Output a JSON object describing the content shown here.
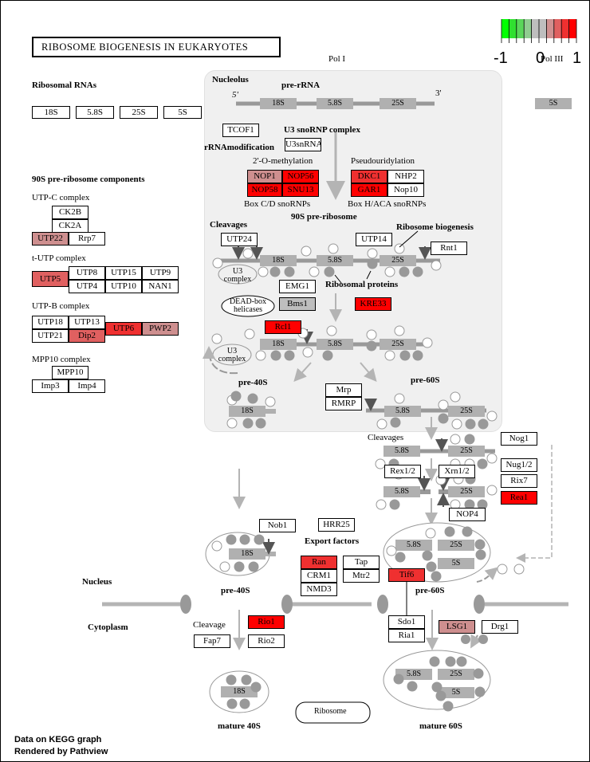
{
  "title": "RIBOSOME BIOGENESIS IN EUKARYOTES",
  "legend": {
    "min_label": "-1",
    "mid_label": "0",
    "max_label": "1",
    "colors": [
      "#00ff00",
      "#30e030",
      "#5ad65a",
      "#90cc90",
      "#bebebe",
      "#bebebe",
      "#d09090",
      "#e06060",
      "#ef3030",
      "#ff0000"
    ]
  },
  "footer": {
    "line1": "Data on KEGG graph",
    "line2": "Rendered by Pathview"
  },
  "colors": {
    "strong_red": "#ff0000",
    "red": "#ef3030",
    "mid_red": "#e06060",
    "light_red": "#ce8f8f",
    "gray": "#bebebe",
    "none": "#ffffff",
    "rna_block": "#b0b0b0",
    "protein_dot": "#999999"
  },
  "labels": {
    "pol1": "Pol I",
    "pol3": "Pol III",
    "ribosomal_rnas": "Ribosomal RNAs",
    "nucleolus": "Nucleolus",
    "pre_rrna": "pre-rRNA",
    "five_prime": "5'",
    "three_prime": "3'",
    "u3_snornp": "U3 snoRNP complex",
    "rrna_modification": "rRNAmodification",
    "methylation": "2'-O-methylation",
    "pseudouridylation": "Pseudouridylation",
    "box_cd": "Box C/D snoRNPs",
    "box_haca": "Box H/ACA snoRNPs",
    "pre90s": "90S pre-ribosome",
    "components_90s": "90S pre-ribosome components",
    "utpc": "UTP-C complex",
    "tutp": "t-UTP complex",
    "utpb": "UTP-B complex",
    "mpp10c": "MPP10 complex",
    "cleavages": "Cleavages",
    "cleavages2": "Cleavages",
    "ribosome_biogenesis": "Ribosome biogenesis",
    "ribosomal_proteins": "Ribosomal proteins",
    "u3_complex": "U3 complex",
    "u3_complex2": "U3 complex",
    "dead_box": "DEAD-box helicases",
    "pre40s_a": "pre-40S",
    "pre60s_a": "pre-60S",
    "pre40s_b": "pre-40S",
    "pre60s_b": "pre-60S",
    "export_factors": "Export factors",
    "nucleus": "Nucleus",
    "cytoplasm": "Cytoplasm",
    "cleavage": "Cleavage",
    "mature40s": "mature 40S",
    "mature60s": "mature 60S",
    "ribosome": "Ribosome"
  },
  "rna_boxes": [
    {
      "id": "rna-18s",
      "label": "18S"
    },
    {
      "id": "rna-58s",
      "label": "5.8S"
    },
    {
      "id": "rna-25s",
      "label": "25S"
    },
    {
      "id": "rna-5s",
      "label": "5S"
    }
  ],
  "rna_blocks": {
    "s18": "18S",
    "s58": "5.8S",
    "s25": "25S",
    "s5": "5S"
  },
  "genes": [
    {
      "id": "tcof1",
      "label": "TCOF1",
      "fill": "#ffffff"
    },
    {
      "id": "u3snrna",
      "label": "U3snRNA",
      "fill": "#ffffff"
    },
    {
      "id": "nop1",
      "label": "NOP1",
      "fill": "#ce8f8f"
    },
    {
      "id": "nop56",
      "label": "NOP56",
      "fill": "#ff0000"
    },
    {
      "id": "nop58",
      "label": "NOP58",
      "fill": "#ff0000"
    },
    {
      "id": "snu13",
      "label": "SNU13",
      "fill": "#ff0000"
    },
    {
      "id": "dkc1",
      "label": "DKC1",
      "fill": "#ef3030"
    },
    {
      "id": "nhp2",
      "label": "NHP2",
      "fill": "#ffffff"
    },
    {
      "id": "gar1",
      "label": "GAR1",
      "fill": "#ff0000"
    },
    {
      "id": "nop10",
      "label": "Nop10",
      "fill": "#ffffff"
    },
    {
      "id": "ck2b",
      "label": "CK2B",
      "fill": "#ffffff"
    },
    {
      "id": "ck2a",
      "label": "CK2A",
      "fill": "#ffffff"
    },
    {
      "id": "utp22",
      "label": "UTP22",
      "fill": "#ce8f8f"
    },
    {
      "id": "rrp7",
      "label": "Rrp7",
      "fill": "#ffffff"
    },
    {
      "id": "utp5",
      "label": "UTP5",
      "fill": "#e06060"
    },
    {
      "id": "utp8",
      "label": "UTP8",
      "fill": "#ffffff"
    },
    {
      "id": "utp15",
      "label": "UTP15",
      "fill": "#ffffff"
    },
    {
      "id": "utp9",
      "label": "UTP9",
      "fill": "#ffffff"
    },
    {
      "id": "utp4",
      "label": "UTP4",
      "fill": "#ffffff"
    },
    {
      "id": "utp10",
      "label": "UTP10",
      "fill": "#ffffff"
    },
    {
      "id": "nan1",
      "label": "NAN1",
      "fill": "#ffffff"
    },
    {
      "id": "utp18",
      "label": "UTP18",
      "fill": "#ffffff"
    },
    {
      "id": "utp13",
      "label": "UTP13",
      "fill": "#ffffff"
    },
    {
      "id": "utp21",
      "label": "UTP21",
      "fill": "#ffffff"
    },
    {
      "id": "dip2",
      "label": "Dip2",
      "fill": "#e06060"
    },
    {
      "id": "utp6",
      "label": "UTP6",
      "fill": "#ef3030"
    },
    {
      "id": "pwp2",
      "label": "PWP2",
      "fill": "#ce8f8f"
    },
    {
      "id": "mpp10",
      "label": "MPP10",
      "fill": "#ffffff"
    },
    {
      "id": "imp3",
      "label": "Imp3",
      "fill": "#ffffff"
    },
    {
      "id": "imp4",
      "label": "Imp4",
      "fill": "#ffffff"
    },
    {
      "id": "utp24",
      "label": "UTP24",
      "fill": "#ffffff"
    },
    {
      "id": "utp14",
      "label": "UTP14",
      "fill": "#ffffff"
    },
    {
      "id": "rnt1",
      "label": "Rnt1",
      "fill": "#ffffff"
    },
    {
      "id": "emg1",
      "label": "EMG1",
      "fill": "#ffffff"
    },
    {
      "id": "bms1",
      "label": "Bms1",
      "fill": "#bebebe"
    },
    {
      "id": "kre33",
      "label": "KRE33",
      "fill": "#ff0000"
    },
    {
      "id": "rcl1",
      "label": "Rcl1",
      "fill": "#ff0000"
    },
    {
      "id": "mrp",
      "label": "Mrp",
      "fill": "#ffffff"
    },
    {
      "id": "rmrp",
      "label": "RMRP",
      "fill": "#ffffff"
    },
    {
      "id": "nog1",
      "label": "Nog1",
      "fill": "#ffffff"
    },
    {
      "id": "nug12",
      "label": "Nug1/2",
      "fill": "#ffffff"
    },
    {
      "id": "rix7",
      "label": "Rix7",
      "fill": "#ffffff"
    },
    {
      "id": "rea1",
      "label": "Rea1",
      "fill": "#ff0000"
    },
    {
      "id": "rex12",
      "label": "Rex1/2",
      "fill": "#ffffff"
    },
    {
      "id": "xrn12",
      "label": "Xrn1/2",
      "fill": "#ffffff"
    },
    {
      "id": "nop4",
      "label": "NOP4",
      "fill": "#ffffff"
    },
    {
      "id": "nob1",
      "label": "Nob1",
      "fill": "#ffffff"
    },
    {
      "id": "hrr25",
      "label": "HRR25",
      "fill": "#ffffff"
    },
    {
      "id": "ran",
      "label": "Ran",
      "fill": "#ef3030"
    },
    {
      "id": "crm1",
      "label": "CRM1",
      "fill": "#ffffff"
    },
    {
      "id": "nmd3",
      "label": "NMD3",
      "fill": "#ffffff"
    },
    {
      "id": "tap",
      "label": "Tap",
      "fill": "#ffffff"
    },
    {
      "id": "mtr2",
      "label": "Mtr2",
      "fill": "#ffffff"
    },
    {
      "id": "tif6",
      "label": "Tif6",
      "fill": "#ef3030"
    },
    {
      "id": "rio1",
      "label": "Rio1",
      "fill": "#ff0000"
    },
    {
      "id": "fap7",
      "label": "Fap7",
      "fill": "#ffffff"
    },
    {
      "id": "rio2",
      "label": "Rio2",
      "fill": "#ffffff"
    },
    {
      "id": "sdo1",
      "label": "Sdo1",
      "fill": "#ffffff"
    },
    {
      "id": "ria1",
      "label": "Ria1",
      "fill": "#ffffff"
    },
    {
      "id": "lsg1",
      "label": "LSG1",
      "fill": "#ce8f8f"
    },
    {
      "id": "drg1",
      "label": "Drg1",
      "fill": "#ffffff"
    }
  ]
}
